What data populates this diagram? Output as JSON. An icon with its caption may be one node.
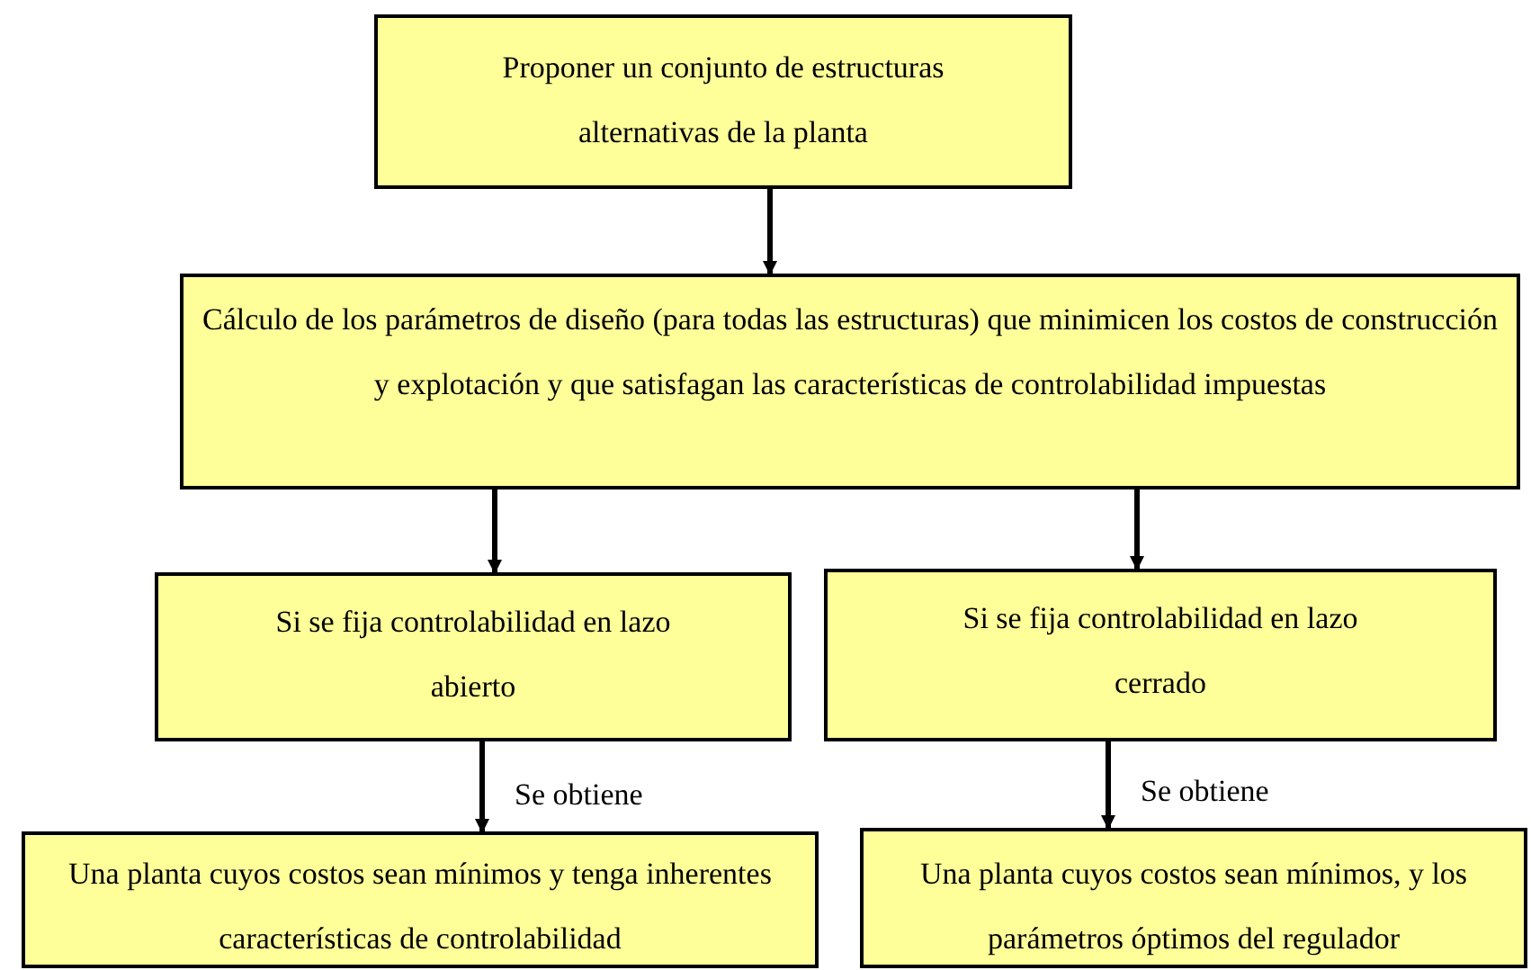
{
  "diagram": {
    "nodes": [
      {
        "text": [
          "Proponer un conjunto de estructuras alternativas de la planta"
        ]
      },
      {
        "text": [
          "Cálculo de los parámetros de diseño (para todas las estructuras) que minimicen los costos de construcción y explotación y que satisfagan las características de controlabilidad impuestas"
        ]
      },
      {
        "text": [
          "Si se fija controlabilidad en lazo abierto"
        ]
      },
      {
        "text": [
          "Si se fija controlabilidad en lazo cerrado"
        ]
      },
      {
        "text": [
          "Una planta cuyos costos sean mínimos y tenga inherentes características de controlabilidad"
        ]
      },
      {
        "text": [
          "Una planta cuyos costos sean mínimos, y los parámetros óptimos del regulador"
        ]
      }
    ],
    "edges": [
      {
        "from": 0,
        "to": 1,
        "arrow": "to"
      },
      {
        "from": 1,
        "to": 2,
        "arrow": "to"
      },
      {
        "from": 1,
        "to": 3,
        "arrow": "to"
      },
      {
        "from": 2,
        "to": 4,
        "arrow": "to",
        "label": "Se obtiene"
      },
      {
        "from": 3,
        "to": 5,
        "arrow": "to",
        "label": "Se obtiene"
      }
    ]
  }
}
